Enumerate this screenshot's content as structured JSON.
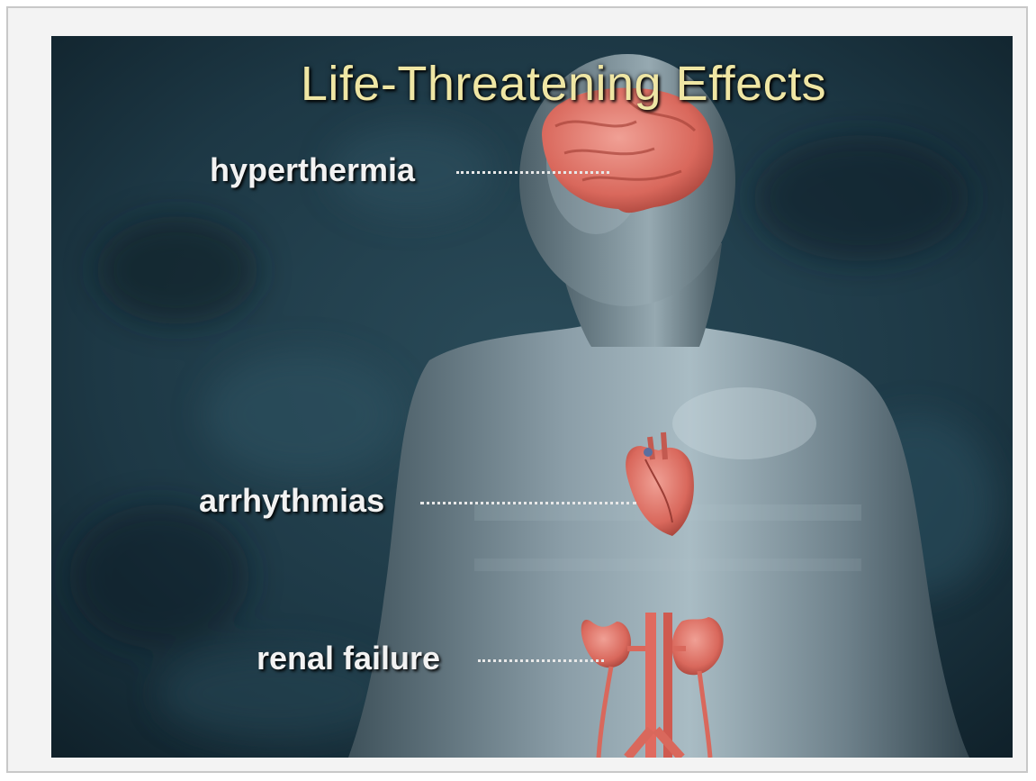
{
  "title": "Life-Threatening Effects",
  "labels": {
    "hyperthermia": "hyperthermia",
    "arrhythmias": "arrhythmias",
    "renal_failure": "renal failure"
  },
  "colors": {
    "background": "#1a3340",
    "title": "#efe6a4",
    "label": "#f2f2f2",
    "organ": "#e07a70",
    "body": "#7f929c"
  }
}
